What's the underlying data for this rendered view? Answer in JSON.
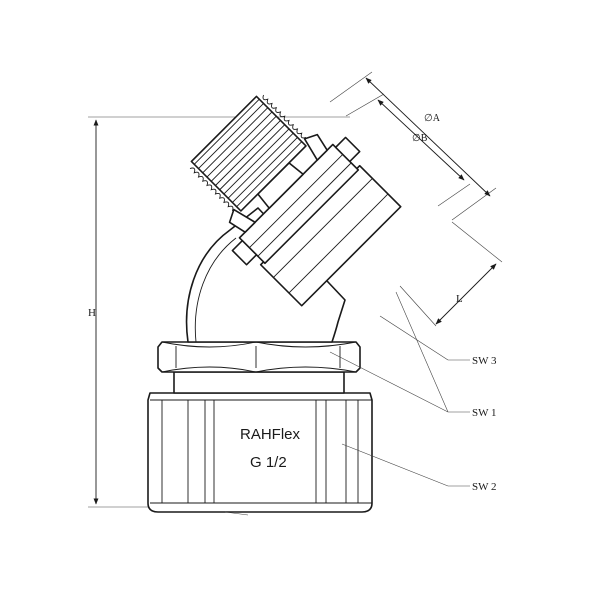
{
  "drawing": {
    "marking_brand": "RAHFlex",
    "marking_size": "G 1/2",
    "dimensions": {
      "H": "H",
      "L": "L",
      "A": "A",
      "B": "B",
      "SW1": "SW 1",
      "SW2": "SW 2",
      "SW3": "SW 3"
    }
  }
}
